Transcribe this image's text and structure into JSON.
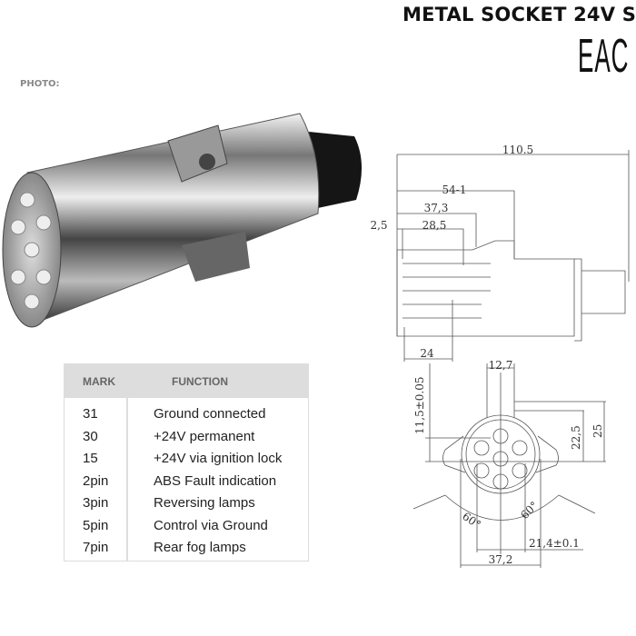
{
  "header": {
    "title": "METAL SOCKET 24V S",
    "certification_mark": "EAC"
  },
  "photo": {
    "label": "PHOTO:"
  },
  "table": {
    "headers": {
      "mark": "MARK",
      "function": "FUNCTION"
    },
    "rows": [
      {
        "mark": "31",
        "function": "Ground connected"
      },
      {
        "mark": "30",
        "function": "+24V permanent"
      },
      {
        "mark": "15",
        "function": "+24V via ignition lock"
      },
      {
        "mark": "2pin",
        "function": "ABS Fault indication"
      },
      {
        "mark": "3pin",
        "function": "Reversing lamps"
      },
      {
        "mark": "5pin",
        "function": "Control via Ground"
      },
      {
        "mark": "7pin",
        "function": "Rear fog lamps"
      }
    ]
  },
  "drawing": {
    "side": {
      "overall": "110.5",
      "d1": "54-1",
      "d2": "37,3",
      "d3": "2,5",
      "d4": "28,5",
      "d5": "24"
    },
    "front": {
      "width_top": "12,7",
      "offset": "11,5±0.05",
      "h1": "22,5",
      "h2": "25",
      "angle_left": "60°",
      "angle_right": "60°",
      "pin_span": "21,4±0.1",
      "width": "37,2"
    }
  }
}
